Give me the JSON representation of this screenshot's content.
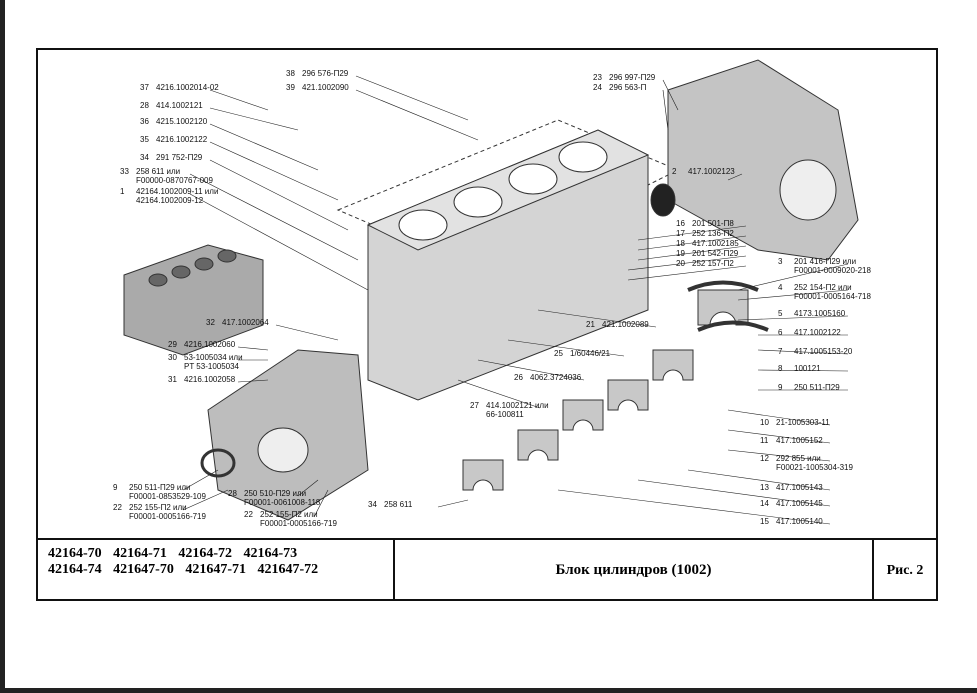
{
  "title_block": {
    "models_line1": [
      "42164-70",
      "42164-71",
      "42164-72",
      "42164-73"
    ],
    "models_line2": [
      "42164-74",
      "421647-70",
      "421647-71",
      "421647-72"
    ],
    "title": "Блок цилиндров (1002)",
    "figure": "Рис. 2"
  },
  "callouts": [
    {
      "no": "37",
      "text": "4216.1002014-02"
    },
    {
      "no": "28",
      "text": "414.1002121"
    },
    {
      "no": "36",
      "text": "4215.1002120"
    },
    {
      "no": "35",
      "text": "4216.1002122"
    },
    {
      "no": "34",
      "text": "291 752-П29"
    },
    {
      "no": "33",
      "text": "258 611 или",
      "text2": "F00000-0870767-009"
    },
    {
      "no": "1",
      "text": "42164.1002009-11 или",
      "text2": "42164.1002009-12"
    },
    {
      "no": "38",
      "text": "296 576-П29"
    },
    {
      "no": "39",
      "text": "421.1002090"
    },
    {
      "no": "23",
      "text": "296 997-П29"
    },
    {
      "no": "24",
      "text": "296 563-П"
    },
    {
      "no": "2",
      "text": "417.1002123"
    },
    {
      "no": "16",
      "text": "201 501-П8"
    },
    {
      "no": "17",
      "text": "252 136-П2"
    },
    {
      "no": "18",
      "text": "417.1002185"
    },
    {
      "no": "19",
      "text": "201 542-П29"
    },
    {
      "no": "20",
      "text": "252 157-П2"
    },
    {
      "no": "3",
      "text": "201 416-П29 или",
      "text2": "F00001-0009020-218"
    },
    {
      "no": "4",
      "text": "252 154-П2 или",
      "text2": "F00001-0005164-718"
    },
    {
      "no": "5",
      "text": "4173.1005160"
    },
    {
      "no": "6",
      "text": "417.1002122"
    },
    {
      "no": "7",
      "text": "417.1005153-20"
    },
    {
      "no": "8",
      "text": "100121"
    },
    {
      "no": "9",
      "text": "250 511-П29"
    },
    {
      "no": "10",
      "text": "21-1005303-11"
    },
    {
      "no": "11",
      "text": "417.1005152"
    },
    {
      "no": "12",
      "text": "292 855 или",
      "text2": "F00021-1005304-319"
    },
    {
      "no": "13",
      "text": "417.1005143"
    },
    {
      "no": "14",
      "text": "417.1005145"
    },
    {
      "no": "15",
      "text": "417.1005140"
    },
    {
      "no": "21",
      "text": "421.1002089"
    },
    {
      "no": "25",
      "text": "1/60446/21"
    },
    {
      "no": "26",
      "text": "4062.3724036"
    },
    {
      "no": "27",
      "text": "414.1002121 или",
      "text2": "66-100811"
    },
    {
      "no": "32",
      "text": "417.1002064"
    },
    {
      "no": "29",
      "text": "4216.1002060"
    },
    {
      "no": "30",
      "text": "53-1005034 или",
      "text2": "PT 53-1005034"
    },
    {
      "no": "31",
      "text": "4216.1002058"
    },
    {
      "no": "9",
      "text": "250 511-П29 или",
      "text2": "F00001-0853529-109"
    },
    {
      "no": "22",
      "text": "252 155-П2 или",
      "text2": "F00001-0005166-719"
    },
    {
      "no": "28",
      "text": "250 510-П29 или",
      "text2": "F00001-0061008-118"
    },
    {
      "no": "22",
      "text": "252 155-П2 или",
      "text2": "F00001-0005166-719"
    },
    {
      "no": "34",
      "text": "258 611"
    }
  ]
}
